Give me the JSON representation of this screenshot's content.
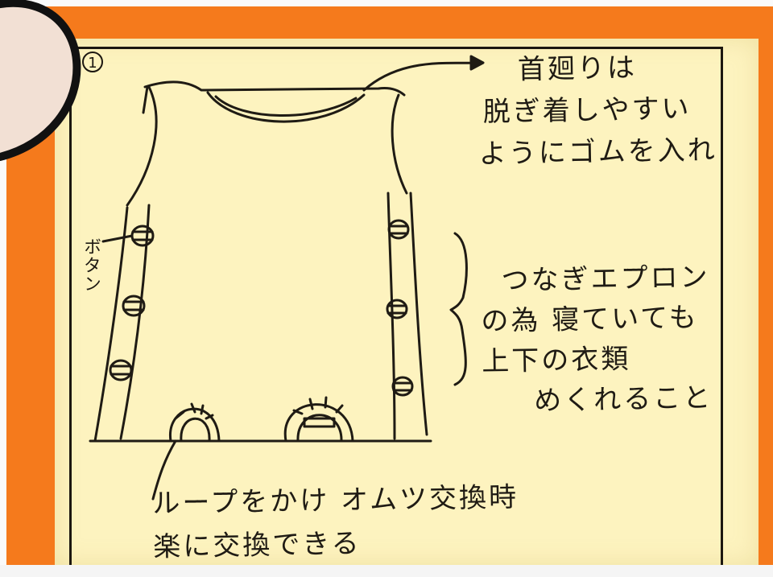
{
  "sketch": {
    "number_marker": "1",
    "neck_note": [
      "首廻りは",
      "脱ぎ着しやすい",
      "ようにゴムを入れ"
    ],
    "apron_note": [
      "つなぎエプロン",
      "の為 寝ていても",
      "上下の衣類",
      "めくれること"
    ],
    "loop_note": [
      "ループをかけ オムツ交換時",
      "楽に交換できる"
    ],
    "button_label": "ボタン"
  },
  "colors": {
    "background": "#f57a1c",
    "paper": "#fdf3bf",
    "ink": "#1f1b14"
  }
}
